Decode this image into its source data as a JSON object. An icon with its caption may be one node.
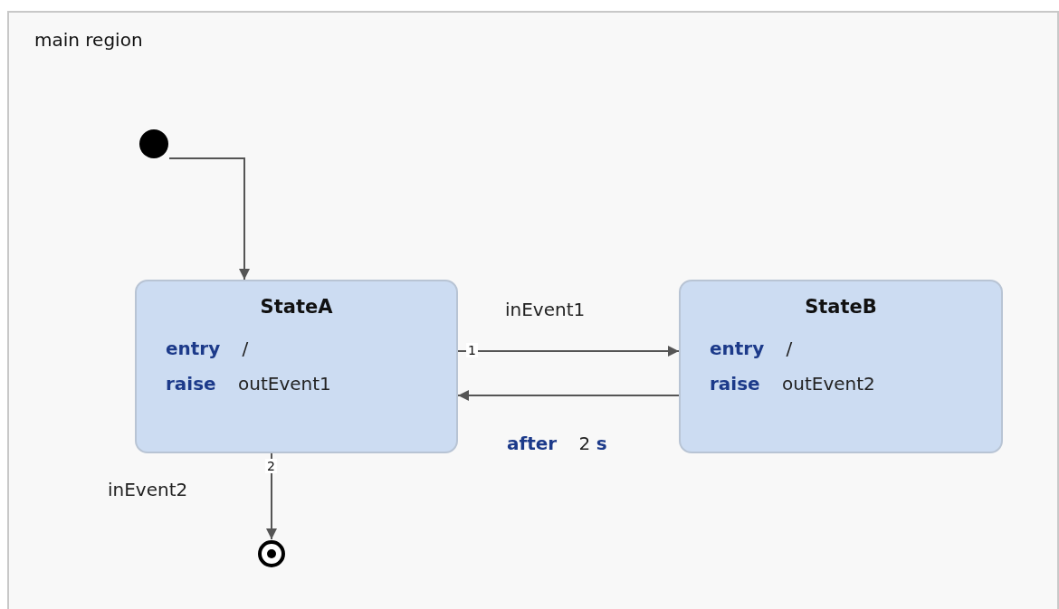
{
  "diagram": {
    "nodes": [
      {
        "text": [
          "main region"
        ]
      },
      {
        "text": [],
        "shape": "circle",
        "in": 0
      },
      {
        "text": [
          "StateA",
          "**entry** /",
          "**raise** outEvent1"
        ],
        "in": 0
      },
      {
        "text": [
          "StateB",
          "**entry** /",
          "**raise** outEvent2"
        ],
        "in": 0
      },
      {
        "text": [],
        "shape": "circle",
        "in": 0
      }
    ],
    "edges": [
      {
        "from": 1,
        "to": 2,
        "arrow": "to"
      },
      {
        "from": 2,
        "to": 3,
        "arrow": "to",
        "label": "inEvent1"
      },
      {
        "from": 3,
        "to": 2,
        "arrow": "to",
        "label": "**after** 2 **s**"
      },
      {
        "from": 2,
        "to": 4,
        "arrow": "to",
        "label": "inEvent2"
      }
    ],
    "labels": [
      "1",
      "2"
    ]
  }
}
